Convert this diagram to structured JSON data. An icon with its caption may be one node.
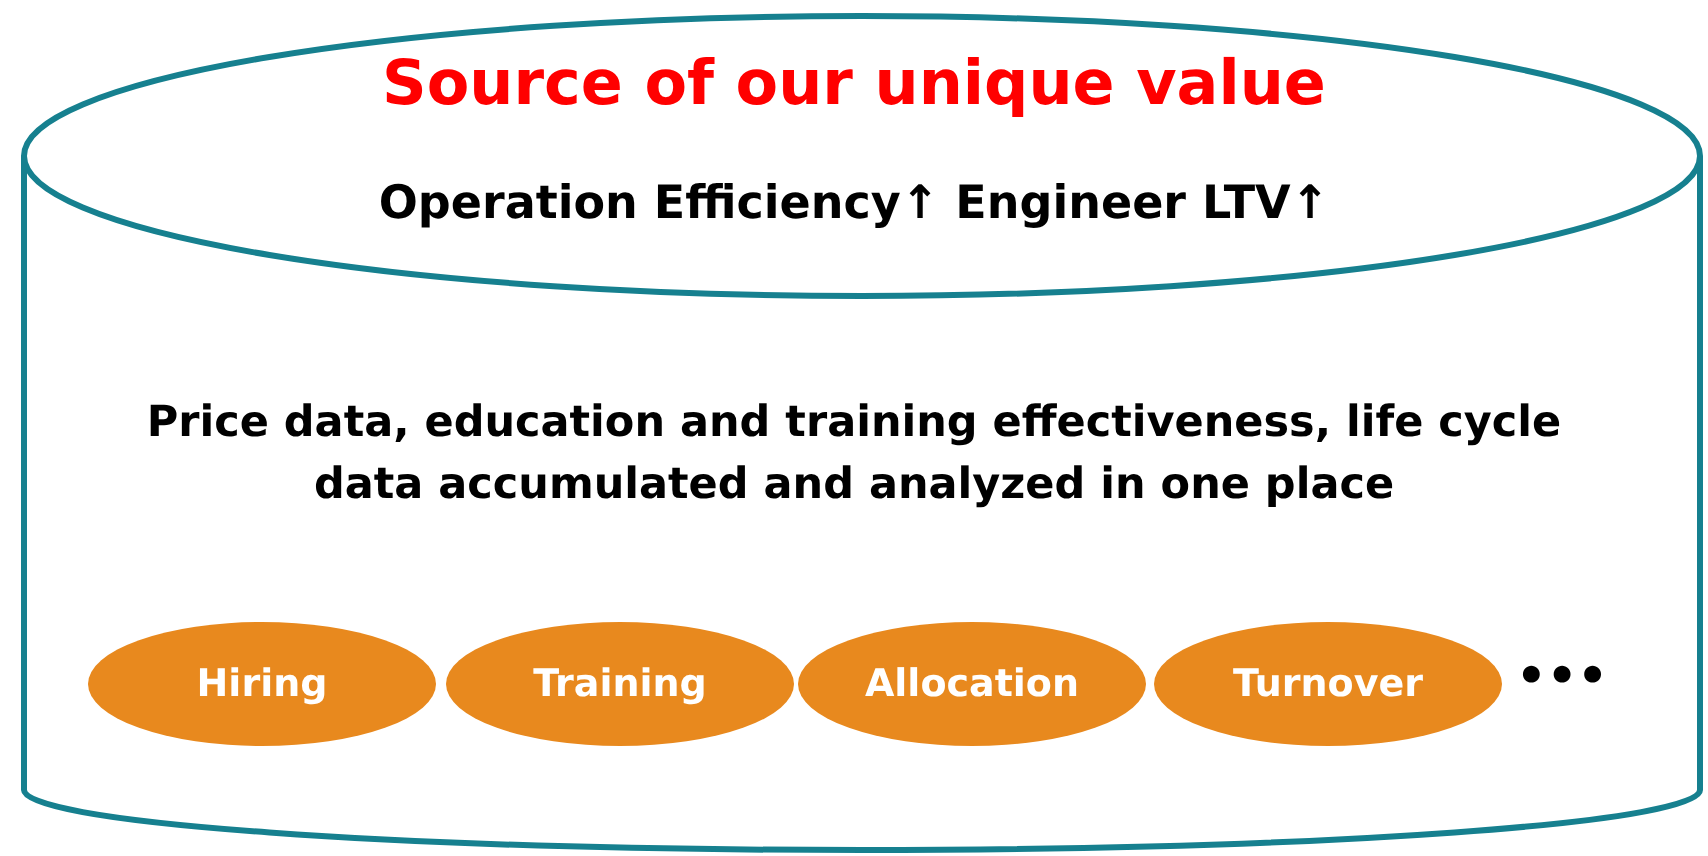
{
  "diagram": {
    "nodes": [
      {
        "text": [
          "Source of our unique value",
          "Operation Efficiency↑ Engineer LTV↑",
          "Price data, education and training effectiveness, life cycle data accumulated and analyzed in one place"
        ]
      },
      {
        "text": [
          "Hiring"
        ],
        "in": 0
      },
      {
        "text": [
          "Training"
        ],
        "in": 0
      },
      {
        "text": [
          "Allocation"
        ],
        "in": 0
      },
      {
        "text": [
          "Turnover"
        ],
        "in": 0
      }
    ],
    "labels": [
      "•••"
    ]
  }
}
